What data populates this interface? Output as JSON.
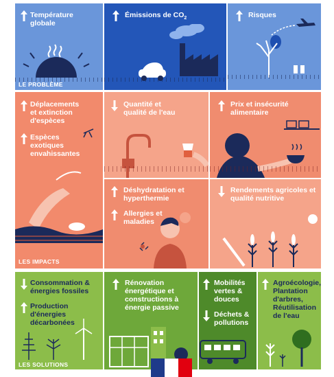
{
  "problem": {
    "section_label": "LE PROBLÈME",
    "panels": [
      {
        "title": "Température globale",
        "arrow": "up"
      },
      {
        "title": "Émissions de CO",
        "subscript": "2",
        "arrow": "up"
      },
      {
        "title": "Risques",
        "arrow": "up"
      }
    ]
  },
  "impacts": {
    "section_label": "LES IMPACTS",
    "panels": [
      {
        "lines": [
          {
            "text": "Déplacements et extinction d'espèces",
            "arrow": "up"
          },
          {
            "text": "Espèces exotiques envahissantes",
            "arrow": "up"
          }
        ]
      },
      {
        "lines": [
          {
            "text": "Quantité et qualité de l'eau",
            "arrow": "down"
          }
        ]
      },
      {
        "lines": [
          {
            "text": "Prix et insécurité alimentaire",
            "arrow": "up"
          }
        ]
      },
      {
        "lines": [
          {
            "text": "Déshydratation et hyperthermie",
            "arrow": "up"
          },
          {
            "text": "Allergies et maladies",
            "arrow": "up"
          }
        ]
      },
      {
        "lines": [
          {
            "text": "Rendements agricoles et qualité nutritive",
            "arrow": "down"
          }
        ]
      }
    ]
  },
  "solutions": {
    "section_label": "LES SOLUTIONS",
    "panels": [
      {
        "lines": [
          {
            "text": "Consommation & énergies fossiles",
            "arrow": "down"
          },
          {
            "text": "Production d'énergies décarbonées",
            "arrow": "up"
          }
        ]
      },
      {
        "lines": [
          {
            "text": "Rénovation énergétique et constructions à énergie passive",
            "arrow": "up"
          }
        ]
      },
      {
        "lines": [
          {
            "text": "Mobilités vertes & douces",
            "arrow": "up"
          },
          {
            "text": "Déchets & pollutions",
            "arrow": "down"
          }
        ]
      },
      {
        "lines": [
          {
            "text": "Agroécologie, Plantation d'arbres, Réutilisation de l'eau",
            "arrow": "up"
          }
        ]
      }
    ]
  },
  "colors": {
    "blue_light": "#5f8fd6",
    "blue_dark": "#1e4fb0",
    "navy": "#1b2a5a",
    "salmon_light": "#f5a48a",
    "salmon": "#f08c6f",
    "salmon_dark": "#ea7a5c",
    "green_light": "#8cbd4a",
    "green": "#6ea83a",
    "green_dark": "#4e8a2a"
  }
}
